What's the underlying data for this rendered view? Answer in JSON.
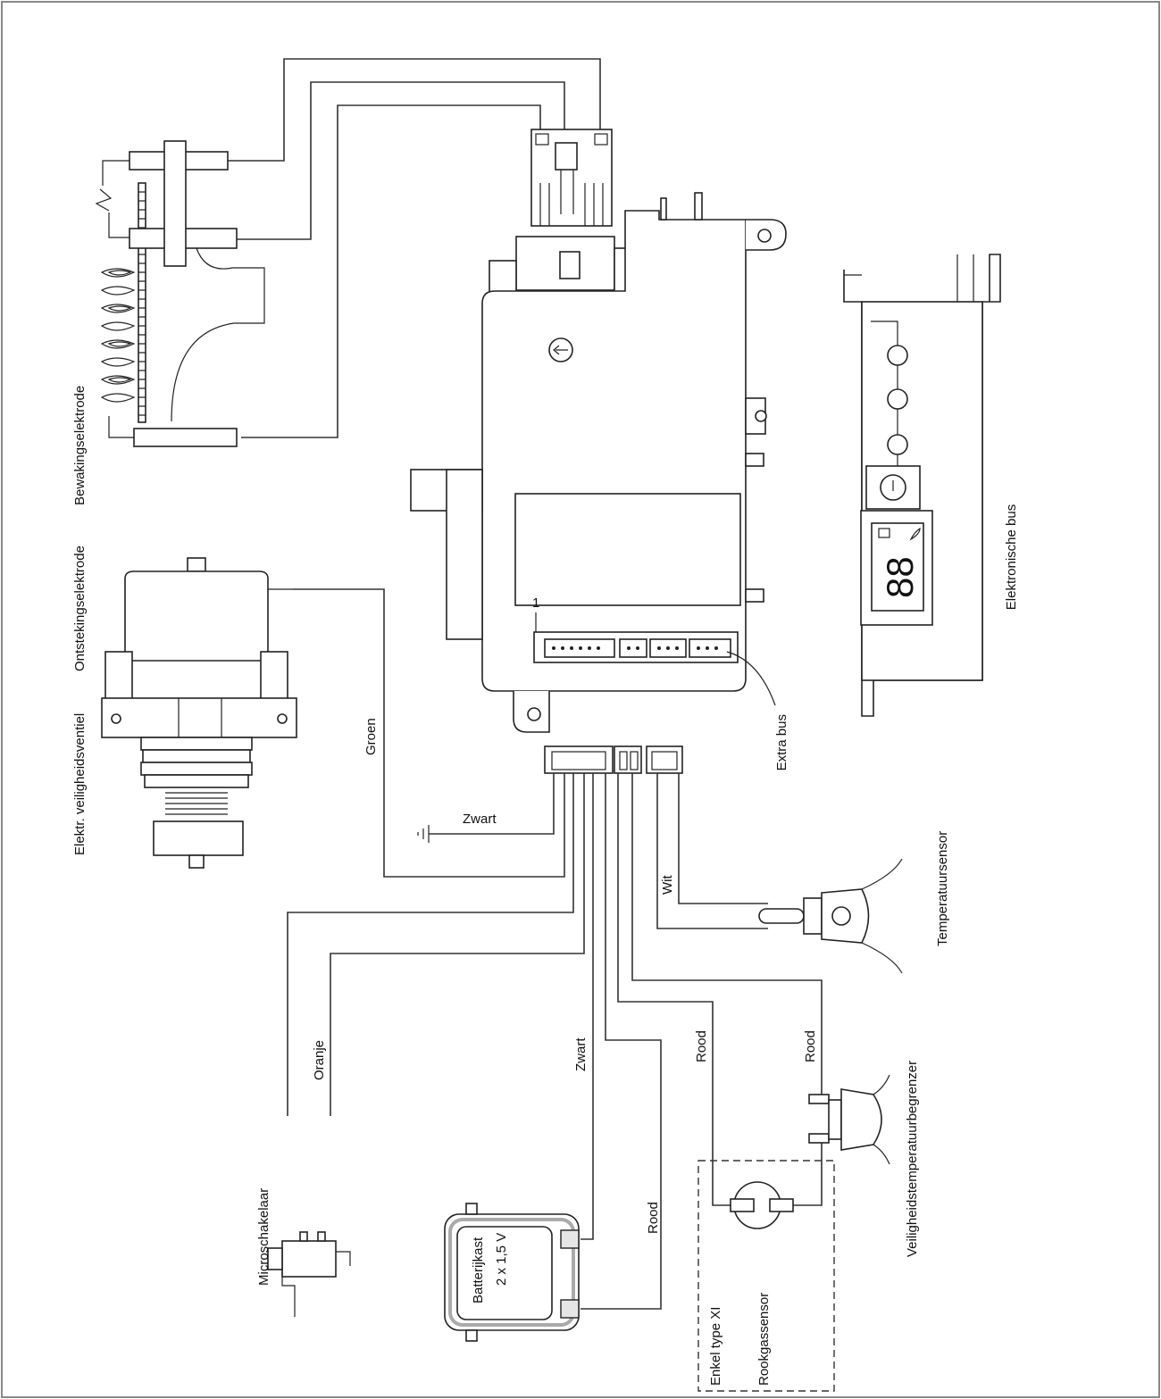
{
  "labels": {
    "veiligheidsventiel": "Elektr. veiligheidsventiel",
    "ontstekingselektrode": "Ontstekingselektrode",
    "bewakingselektrode": "Bewakingselektrode",
    "elektronische_bus": "Elektronische bus",
    "extra_bus": "Extra bus",
    "temperatuursensor": "Temperatuursensor",
    "veiligheidstemperatuurbegrenzer": "Veiligheidstemperatuurbegrenzer",
    "microschakelaar": "Microschakelaar",
    "batterijkast_line1": "Batterijkast",
    "batterijkast_line2": "2 x 1,5 V",
    "rookgassensor": "Rookgassensor",
    "enkel_type": "Enkel type XI",
    "connector_pin": "1",
    "display_digits": "88"
  },
  "wires": {
    "groen": "Groen",
    "zwart_ground": "Zwart",
    "wit": "Wit",
    "oranje": "Oranje",
    "zwart_battery": "Zwart",
    "rood_flue": "Rood",
    "rood_limiter": "Rood",
    "rood_battery": "Rood"
  }
}
